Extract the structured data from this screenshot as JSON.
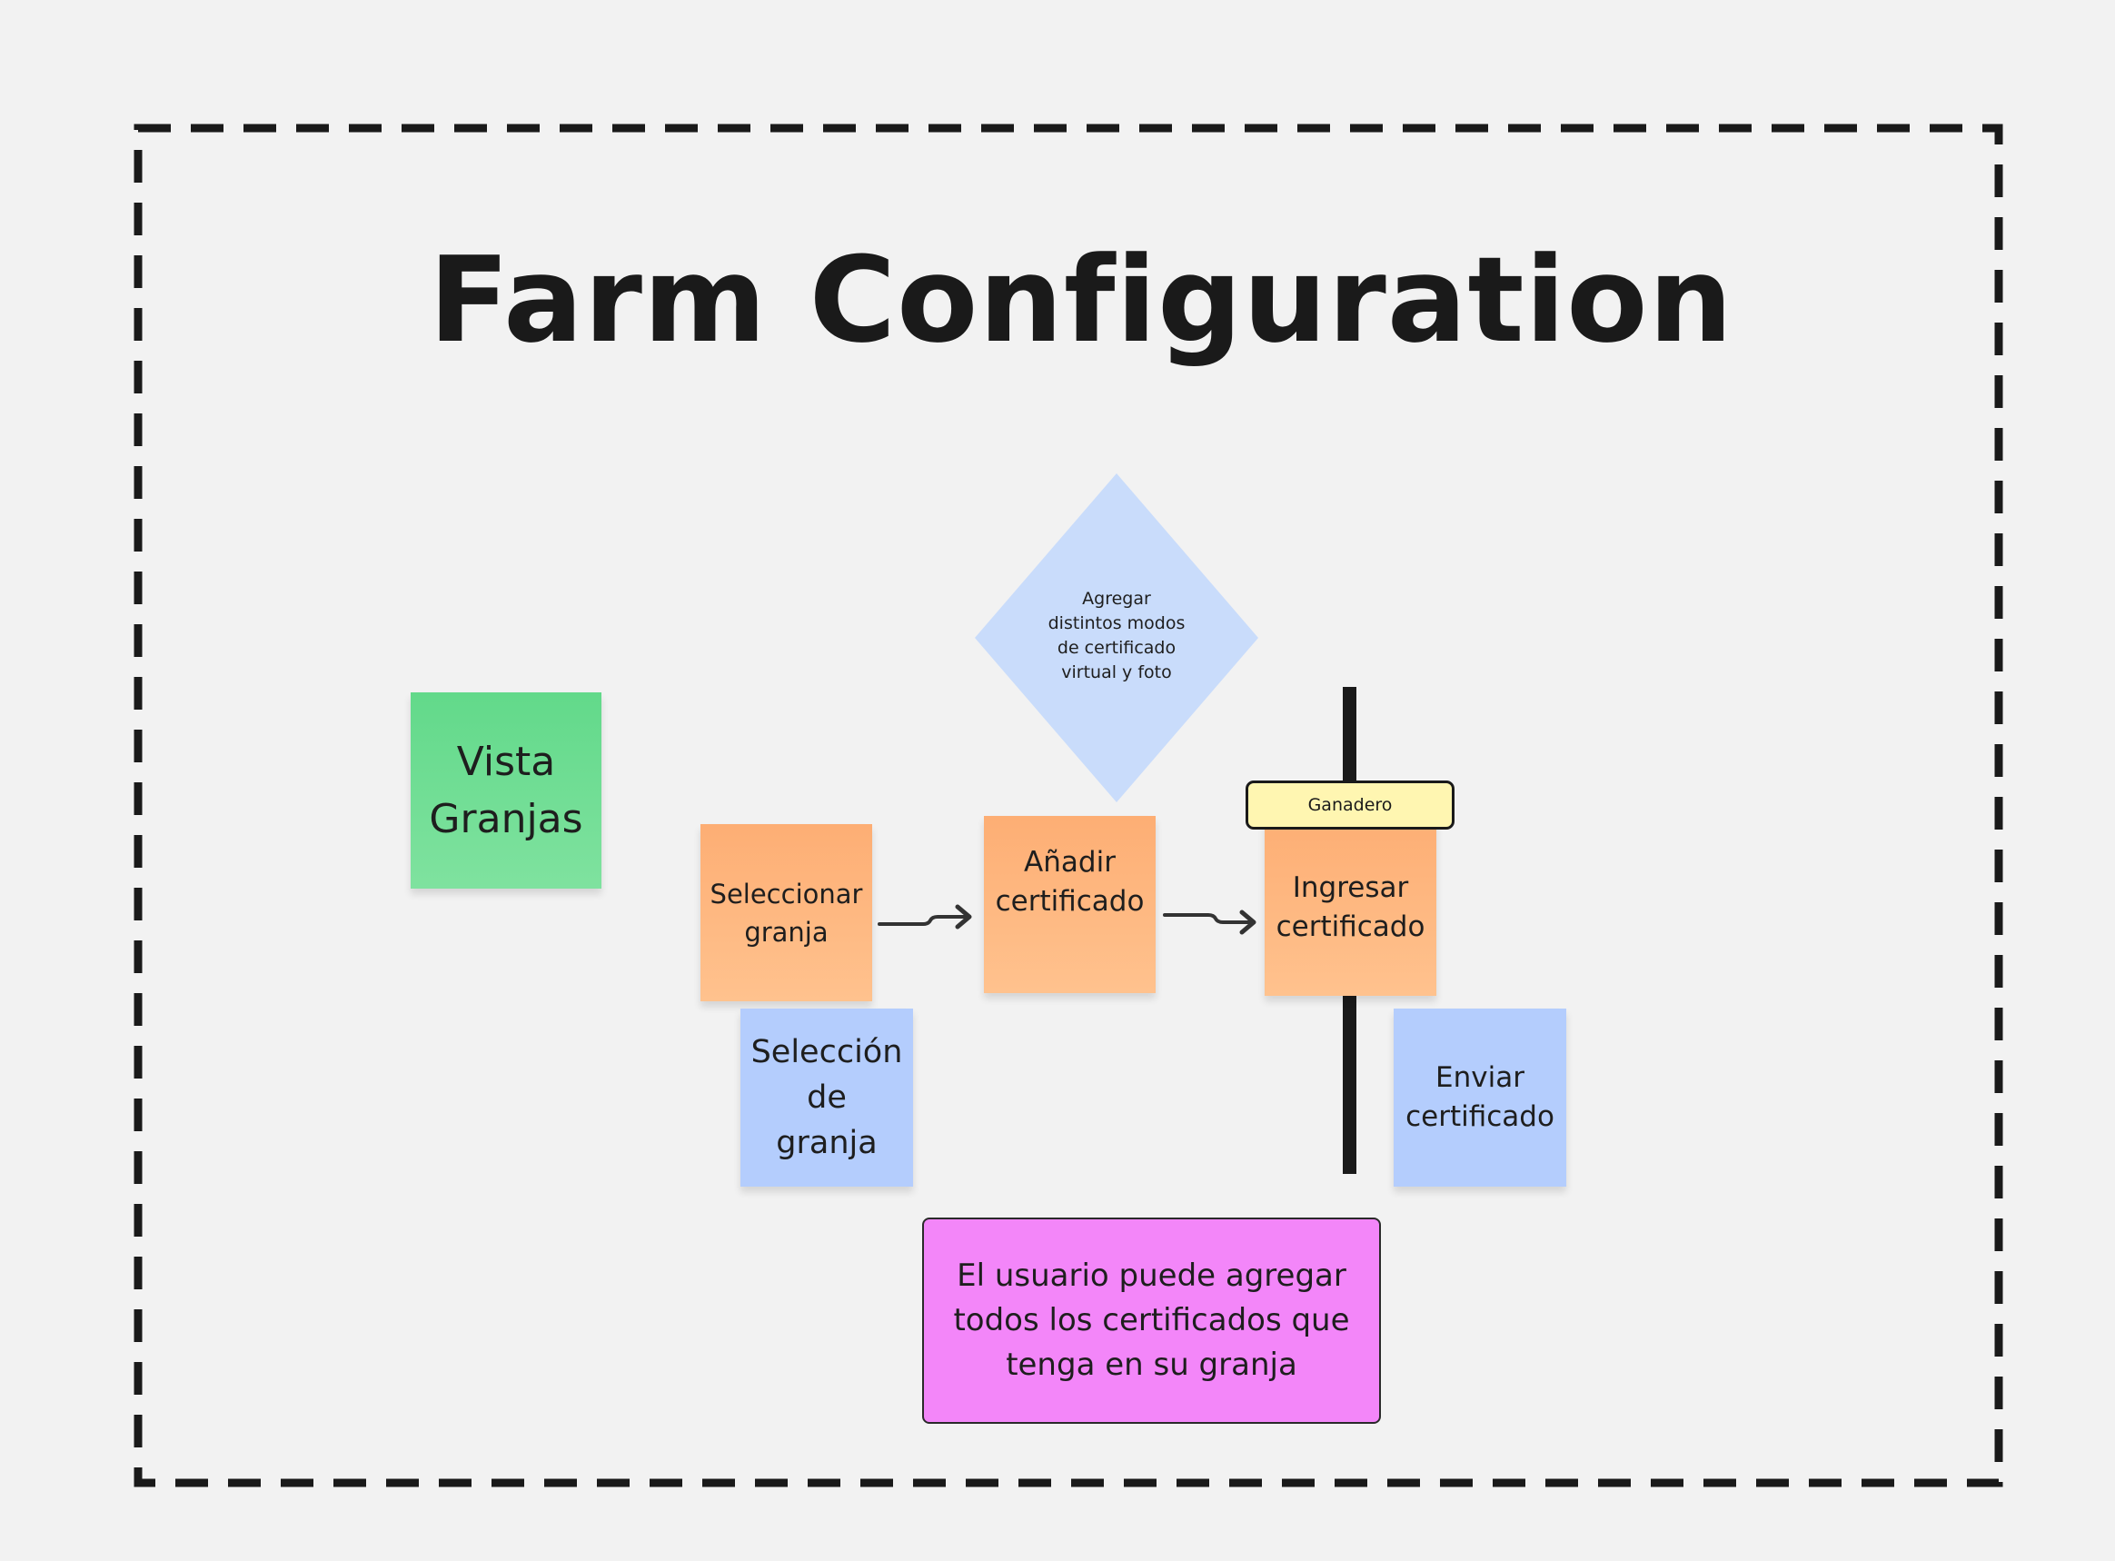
{
  "title": "Farm Configuration",
  "stickies": {
    "vista_granjas": "Vista\nGranjas",
    "seleccionar_granja": "Seleccionar\ngranja",
    "anadir_certificado": "Añadir\ncertificado",
    "ingresar_certificado": "Ingresar\ncertificado",
    "seleccion_de_granja": "Selección\nde\ngranja",
    "enviar_certificado": "Enviar\ncertificado"
  },
  "decision": {
    "text": "Agregar\ndistintos modos\nde certificado\nvirtual y foto"
  },
  "swimlane": {
    "label": "Ganadero"
  },
  "note": {
    "text": "El usuario puede agregar\ntodos los certificados que\ntenga en su granja"
  },
  "colors": {
    "background": "#f2f2f2",
    "green_sticky": "#6fdd93",
    "orange_sticky": "#ffb680",
    "blue_sticky": "#b4cdfd",
    "decision_fill": "#c9dcfb",
    "lane_label_fill": "#fff6b1",
    "note_fill": "#f386f9"
  }
}
